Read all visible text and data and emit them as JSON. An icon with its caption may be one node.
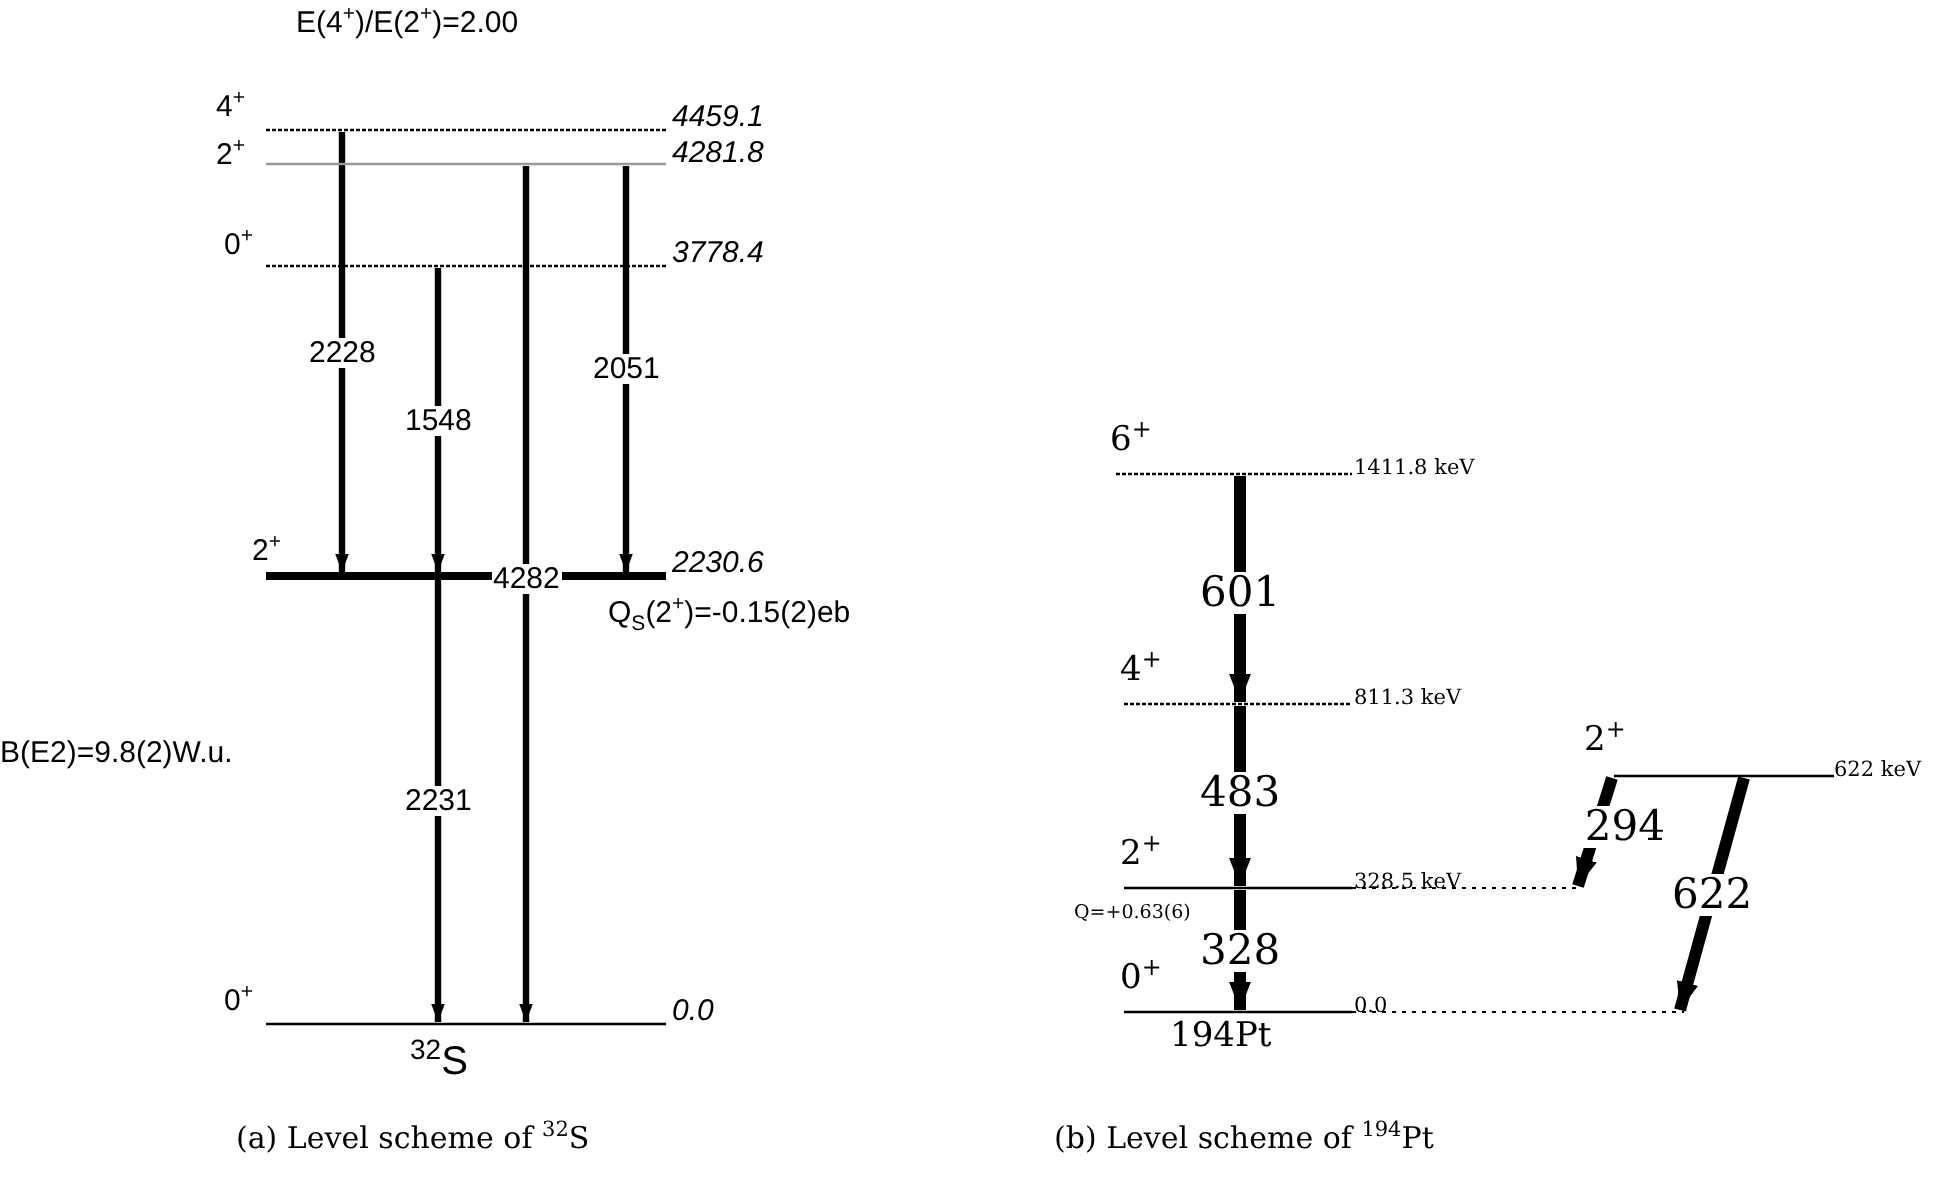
{
  "diagram": {
    "nodes": [
      {
        "text": [],
        "shape": "bar",
        "beside": [
          "4$^{+}$",
          "4459.1"
        ]
      },
      {
        "text": [],
        "shape": "bar",
        "beside": [
          "2$^{+}$",
          "4281.8"
        ]
      },
      {
        "text": [],
        "shape": "bar",
        "beside": [
          "0$^{+}$",
          "3778.4"
        ]
      },
      {
        "text": [],
        "shape": "bar",
        "beside": [
          "2$^{+}$",
          "2230.6"
        ]
      },
      {
        "text": [],
        "shape": "bar",
        "beside": [
          "0$^{+}$",
          "0.0"
        ]
      },
      {
        "text": [],
        "shape": "bar",
        "beside": [
          "6$^{+}$",
          "1411.8 keV"
        ]
      },
      {
        "text": [],
        "shape": "bar",
        "beside": [
          "4$^{+}$",
          "811.3 keV"
        ]
      },
      {
        "text": [],
        "shape": "bar",
        "beside": [
          "2$^{+}$",
          "622 keV"
        ]
      },
      {
        "text": [],
        "shape": "bar",
        "beside": [
          "2$^{+}$",
          "328.5 keV"
        ]
      },
      {
        "text": [],
        "shape": "bar",
        "beside": [
          "0$^{+}$",
          "0.0"
        ]
      }
    ],
    "edges": [
      {
        "from": 0,
        "to": 3,
        "arrow": "to",
        "label": "2228"
      },
      {
        "from": 2,
        "to": 3,
        "arrow": "to",
        "label": "1548"
      },
      {
        "from": 1,
        "to": 4,
        "arrow": "to",
        "label": "4282"
      },
      {
        "from": 1,
        "to": 3,
        "arrow": "to",
        "label": "2051"
      },
      {
        "from": 3,
        "to": 4,
        "arrow": "to",
        "label": "2231"
      },
      {
        "from": 5,
        "to": 6,
        "arrow": "to",
        "label": "601",
        "style": "thick"
      },
      {
        "from": 6,
        "to": 8,
        "arrow": "to",
        "label": "483",
        "style": "thick"
      },
      {
        "from": 8,
        "to": 9,
        "arrow": "to",
        "label": "328",
        "style": "thick"
      },
      {
        "from": 7,
        "to": 8,
        "arrow": "to",
        "label": "294",
        "style": "thick"
      },
      {
        "from": 7,
        "to": 9,
        "arrow": "to",
        "label": "622",
        "style": "thick"
      }
    ],
    "labels": [
      "E(4$^{+}$)/E(2$^{+}$)=2.00",
      "Q$_{S}$(2$^{+}$)=-0.15(2)eb",
      "B(E2)=9.8(2)W.u.",
      "$^{32}$S",
      "(a) Level scheme of $^{32}$S",
      "Q=+0.63(6)",
      "194Pt",
      "(b) Level scheme of $^{194}$Pt"
    ]
  }
}
